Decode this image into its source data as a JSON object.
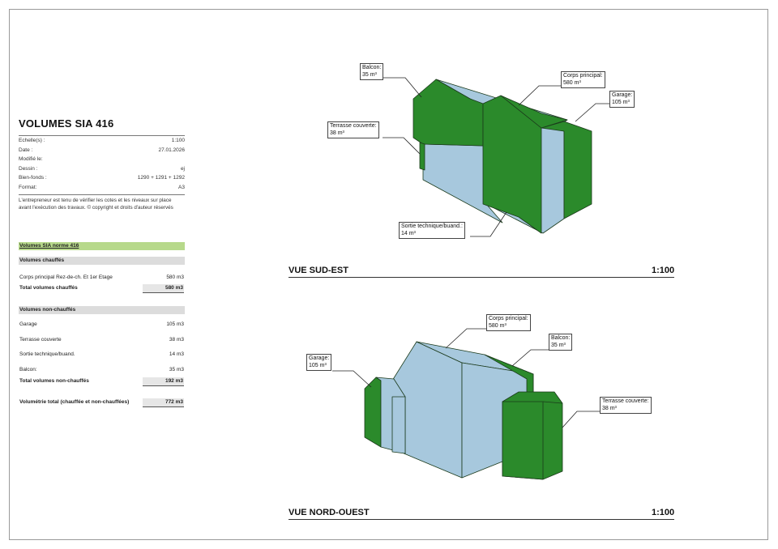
{
  "title": "VOLUMES SIA 416",
  "meta": [
    {
      "label": "Echelle(s) :",
      "value": "1:100"
    },
    {
      "label": "Date :",
      "value": "27.01.2026"
    },
    {
      "label": "Modifié le:",
      "value": ""
    },
    {
      "label": "Dessin :",
      "value": "ej"
    },
    {
      "label": "Bien-fonds :",
      "value": "1290 + 1291 + 1292"
    },
    {
      "label": "Format:",
      "value": "A3"
    }
  ],
  "disclaimer": "L'entrepreneur est tenu de vérifier les cotes et les niveaux sur place avant l'exécution des travaux. © copyright et droits d'auteur réservés",
  "volumes": {
    "header": "Volumes SIA norme 416",
    "heated_header": "Volumes chauffés",
    "heated_items": [
      {
        "label": "Corps principal Rez-de-ch. Et 1er Etage",
        "value": "580 m3"
      }
    ],
    "heated_total": {
      "label": "Total volumes chauffés",
      "value": "580 m3"
    },
    "unheated_header": "Volumes non-chauffés",
    "unheated_items": [
      {
        "label": "Garage",
        "value": "105 m3"
      },
      {
        "label": "Terrasse couverte",
        "value": "38 m3"
      },
      {
        "label": "Sortie technique/buand.",
        "value": "14 m3"
      },
      {
        "label": "Balcon:",
        "value": "35 m3"
      }
    ],
    "unheated_total": {
      "label": "Total volumes non-chauffés",
      "value": "192 m3"
    },
    "grand_total": {
      "label": "Volumétrie total (chauffée et non-chauffées)",
      "value": "772 m3"
    }
  },
  "views": [
    {
      "title": "VUE SUD-EST",
      "scale": "1:100",
      "labels": [
        {
          "name": "Balcon:",
          "value": "35 m³"
        },
        {
          "name": "Corps principal:",
          "value": "580 m³"
        },
        {
          "name": "Garage:",
          "value": "105 m³"
        },
        {
          "name": "Terrasse couverte:",
          "value": "38 m³"
        },
        {
          "name": "Sortie technique/buand.:",
          "value": "14 m³"
        }
      ]
    },
    {
      "title": "VUE NORD-OUEST",
      "scale": "1:100",
      "labels": [
        {
          "name": "Corps principal:",
          "value": "580 m³"
        },
        {
          "name": "Balcon:",
          "value": "35 m³"
        },
        {
          "name": "Garage:",
          "value": "105 m³"
        },
        {
          "name": "Terrasse couverte:",
          "value": "38 m³"
        }
      ]
    }
  ],
  "colors": {
    "heated": "#a7c8dd",
    "unheated": "#2b8a2b"
  }
}
